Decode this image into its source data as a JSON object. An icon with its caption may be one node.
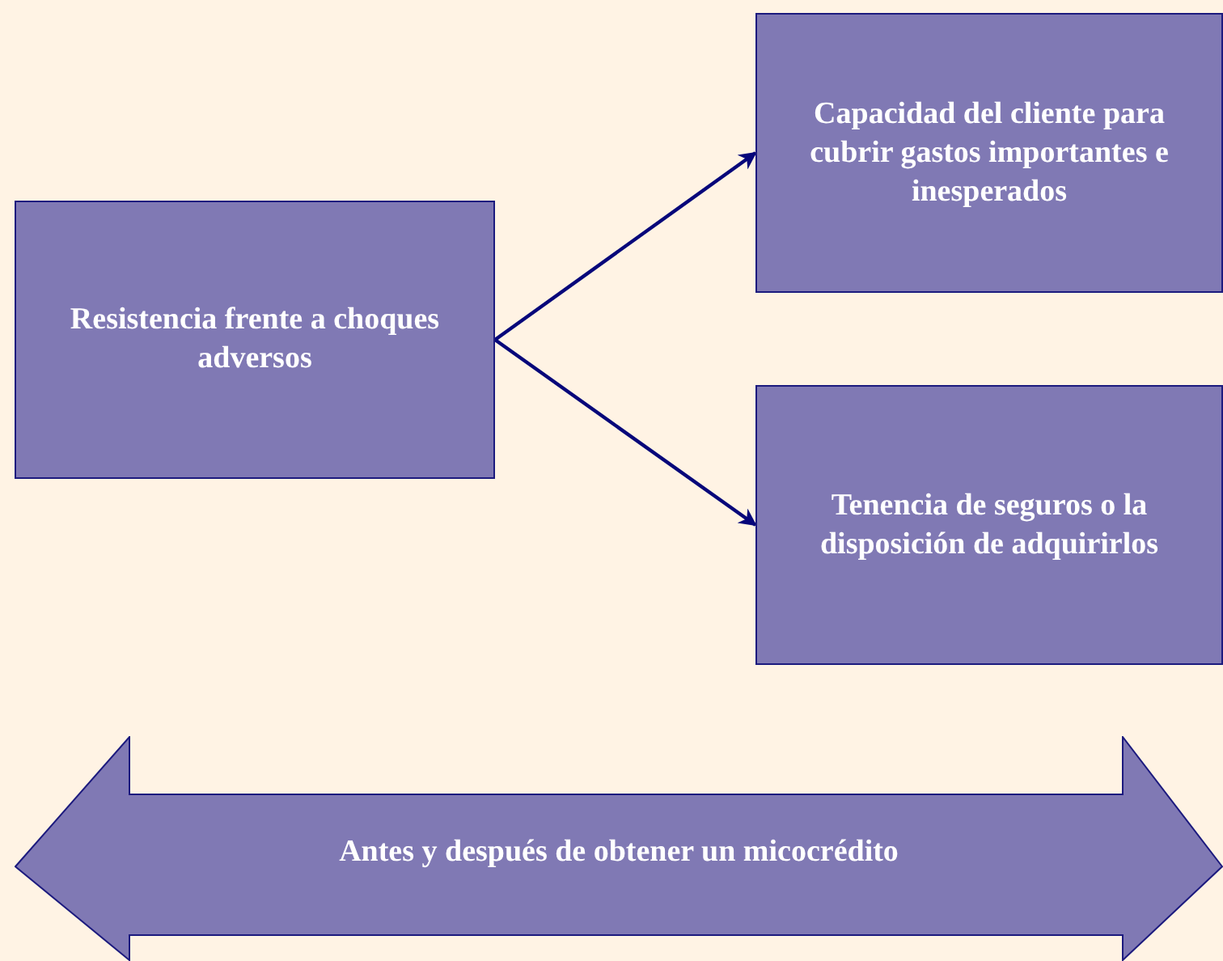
{
  "diagram": {
    "nodes": [
      {
        "text": [
          "Resistencia frente a choques adversos"
        ]
      },
      {
        "text": [
          "Capacidad del cliente para cubrir gastos importantes e inesperados"
        ]
      },
      {
        "text": [
          "Tenencia de seguros o la disposición de adquirirlos"
        ]
      },
      {
        "text": [
          "Antes y después de obtener un micocrédito"
        ]
      }
    ],
    "edges": [
      {
        "from": 0,
        "to": 1,
        "arrow": "to"
      },
      {
        "from": 0,
        "to": 2,
        "arrow": "to"
      }
    ]
  }
}
